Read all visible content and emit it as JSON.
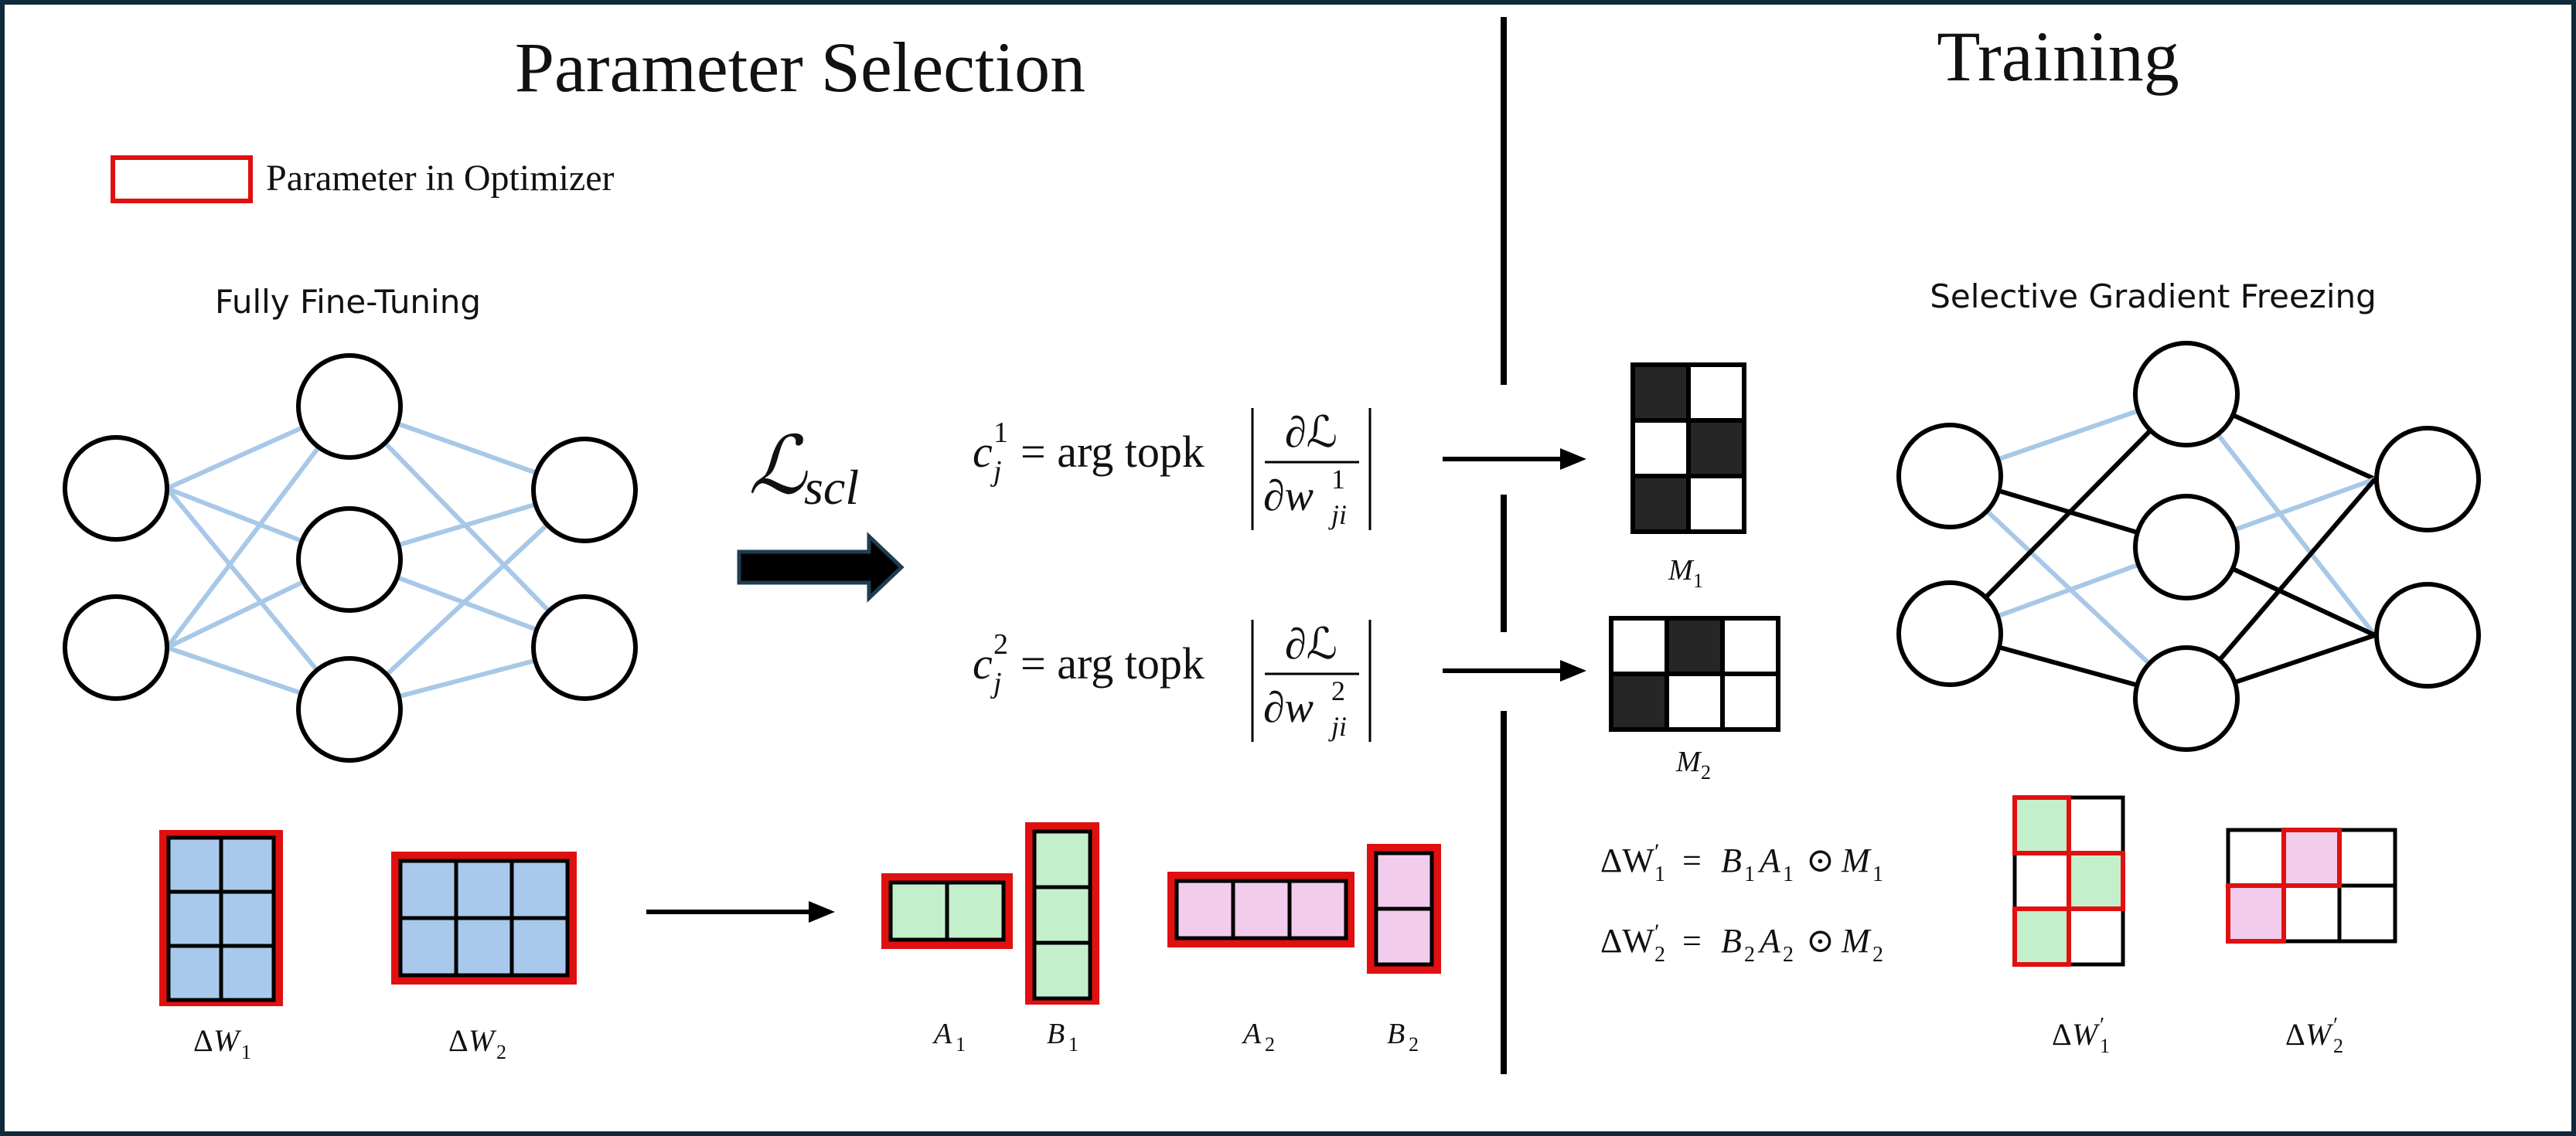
{
  "sections": {
    "left_title": "Parameter Selection",
    "right_title": "Training"
  },
  "legend": {
    "label": "Parameter in Optimizer",
    "color": "#e01010"
  },
  "networks": {
    "left_label": "Fully Fine-Tuning",
    "right_label": "Selective Gradient Freezing"
  },
  "loss": {
    "script_letter": "ℒ",
    "subscript": "scl"
  },
  "equations": {
    "c1": {
      "lhs_base": "c",
      "lhs_sup": "1",
      "lhs_sub": "j",
      "op": "= arg topk",
      "num": "∂ℒ",
      "den_base": "∂w",
      "den_sup": "1",
      "den_sub": "ji"
    },
    "c2": {
      "lhs_base": "c",
      "lhs_sup": "2",
      "lhs_sub": "j",
      "op": "= arg topk",
      "num": "∂ℒ",
      "den_base": "∂w",
      "den_sup": "2",
      "den_sub": "ji"
    }
  },
  "masks": {
    "m1": {
      "base": "M",
      "sub": "1",
      "cells": [
        [
          1,
          0
        ],
        [
          0,
          1
        ],
        [
          1,
          0
        ]
      ]
    },
    "m2": {
      "base": "M",
      "sub": "2",
      "cells": [
        [
          0,
          1,
          0
        ],
        [
          1,
          0,
          0
        ]
      ]
    }
  },
  "matrices": {
    "dw1": {
      "delta": "Δ",
      "base": "W",
      "sub": "1"
    },
    "dw2": {
      "delta": "Δ",
      "base": "W",
      "sub": "2"
    },
    "a1": {
      "base": "A",
      "sub": "1"
    },
    "b1": {
      "base": "B",
      "sub": "1"
    },
    "a2": {
      "base": "A",
      "sub": "2"
    },
    "b2": {
      "base": "B",
      "sub": "2"
    },
    "dw1p": {
      "delta": "Δ",
      "base": "W",
      "prime": "′",
      "sub": "1"
    },
    "dw2p": {
      "delta": "Δ",
      "base": "W",
      "prime": "′",
      "sub": "2"
    }
  },
  "update_equations": {
    "eq1": {
      "lhs": "ΔW",
      "prime": "′",
      "lhs_sub": "1",
      "rhs_b": "B",
      "rhs_b_sub": "1",
      "rhs_a": "A",
      "rhs_a_sub": "1",
      "op": "⊙",
      "rhs_m": "M",
      "rhs_m_sub": "1",
      "eq": "="
    },
    "eq2": {
      "lhs": "ΔW",
      "prime": "′",
      "lhs_sub": "2",
      "rhs_b": "B",
      "rhs_b_sub": "2",
      "rhs_a": "A",
      "rhs_a_sub": "2",
      "op": "⊙",
      "rhs_m": "M",
      "rhs_m_sub": "2",
      "eq": "="
    }
  },
  "colors": {
    "frame": "#0f2a3a",
    "blue_fill": "#a9c9ec",
    "green_fill": "#c4efcb",
    "pink_fill": "#f2ccec",
    "mask_dark": "#262626",
    "edge_blue": "#a8c8e8",
    "red_border": "#e01010"
  }
}
